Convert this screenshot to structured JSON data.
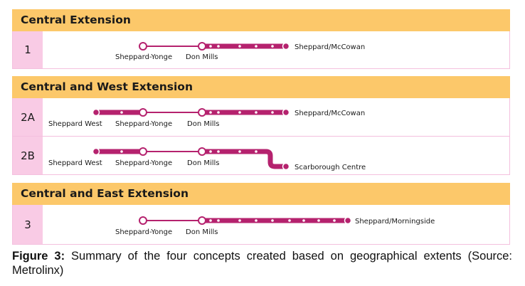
{
  "sections": [
    {
      "title": "Central Extension"
    },
    {
      "title": "Central and West Extension"
    },
    {
      "title": "Central and East Extension"
    }
  ],
  "concepts": [
    {
      "id": "1",
      "stations": {
        "sheppard_yonge": "Sheppard-Yonge",
        "don_mills": "Don Mills",
        "terminus": "Sheppard/McCowan"
      }
    },
    {
      "id": "2A",
      "stations": {
        "sheppard_west": "Sheppard West",
        "sheppard_yonge": "Sheppard-Yonge",
        "don_mills": "Don Mills",
        "terminus": "Sheppard/McCowan"
      }
    },
    {
      "id": "2B",
      "stations": {
        "sheppard_west": "Sheppard West",
        "sheppard_yonge": "Sheppard-Yonge",
        "don_mills": "Don Mills",
        "terminus": "Scarborough Centre"
      }
    },
    {
      "id": "3",
      "stations": {
        "sheppard_yonge": "Sheppard-Yonge",
        "don_mills": "Don Mills",
        "terminus": "Sheppard/Morningside"
      }
    }
  ],
  "colors": {
    "line": "#b5226e",
    "existing_line": "#b5226e",
    "header_bg": "#fcc86a",
    "number_bg": "#f9cbe5",
    "border": "#f4c0de"
  },
  "caption": {
    "label": "Figure 3:",
    "text": " Summary of the four concepts created based on geographical extents (Source: Metrolinx)"
  }
}
